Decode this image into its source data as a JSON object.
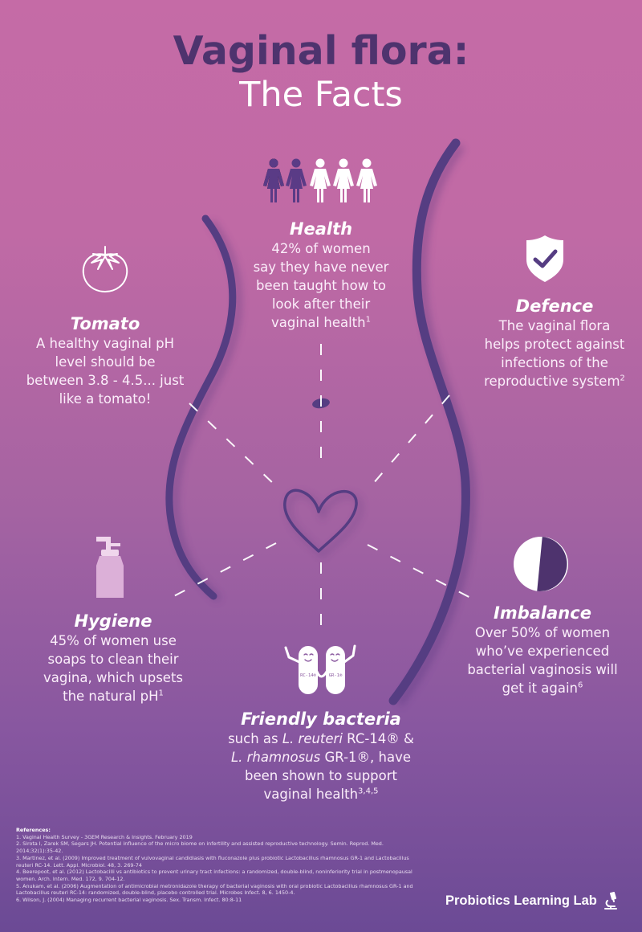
{
  "header": {
    "title": "Vaginal flora:",
    "subtitle": "The Facts"
  },
  "colors": {
    "background_top": "#c56ba6",
    "background_bottom": "#6b4a95",
    "title_dark": "#4e336e",
    "body_outline": "#553d82",
    "accent_white": "#ffffff",
    "soap_bottle": "#dcb0d8"
  },
  "facts": {
    "health": {
      "icon": "women-figures-icon",
      "icon_detail": "2 of 5 figures filled dark",
      "title": "Health",
      "lines": [
        "42% of women",
        "say they have never",
        "been taught how to",
        "look after their",
        "vaginal health"
      ],
      "sup": "1"
    },
    "tomato": {
      "icon": "tomato-icon",
      "title": "Tomato",
      "lines": [
        "A healthy vaginal pH",
        "level should be",
        "between 3.8 - 4.5... just",
        "like a tomato!"
      ]
    },
    "defence": {
      "icon": "shield-check-icon",
      "title": "Defence",
      "lines": [
        "The vaginal flora",
        "helps protect against",
        "infections of the",
        "reproductive system"
      ],
      "sup": "2"
    },
    "hygiene": {
      "icon": "soap-bottle-icon",
      "title": "Hygiene",
      "lines": [
        "45% of women use",
        "soaps to clean their",
        "vagina, which upsets",
        "the natural pH"
      ],
      "sup": "1"
    },
    "imbalance": {
      "icon": "half-pie-icon",
      "title": "Imbalance",
      "lines": [
        "Over 50% of women",
        "who’ve experienced",
        "bacterial vaginosis will",
        "get it again"
      ],
      "sup": "6"
    },
    "bacteria": {
      "icon": "friendly-bacteria-icon",
      "icon_labels": [
        "RC-14®",
        "GR-1®"
      ],
      "title": "Friendly bacteria",
      "line1_pre": "such as ",
      "line1_italic": "L. reuteri",
      "line1_post": " RC-14® &",
      "line2_italic": "L. rhamnosus",
      "line2_post": " GR-1®, have",
      "line3": "been shown to support",
      "line4": "vaginal health",
      "sup": "3,4,5"
    }
  },
  "references": {
    "heading": "References:",
    "items": [
      "1. Vaginal Health Survey - 3GEM Research & Insights. February 2019",
      "2. Sirota I, Zarek SM, Segars JH. Potential influence of the micro biome on infertility and assisted reproductive technology. Semin. Reprod. Med. 2014;32(1):35-42.",
      "3. Martinez, et al. (2009) Improved treatment of vulvovaginal candidiasis with fluconazole plus probiotic Lactobacillus rhamnosus GR-1 and Lactobacillus reuteri RC-14. Lett. Appl. Microbiol. 48, 3. 269-74",
      "4. Beerepoot, et al. (2012) Lactobacilli vs antibiotics to prevent urinary tract infections: a randomized, double-blind, noninferiority trial in postmenopausal women. Arch. Intern. Med. 172, 9. 704-12.",
      "5. Anukam, et al. (2006) Augmentation of antimicrobial metronidazole therapy of bacterial vaginosis with oral probiotic Lactobacillus rhamnosus GR-1 and Lactobacillus reuteri RC-14: randomized, double-blind, placebo controlled trial. Microbes Infect. 8, 6. 1450-4.",
      "6. Wilson, J. (2004) Managing recurrent bacterial vaginosis. Sex. Transm. Infect. 80:8-11"
    ]
  },
  "footer": {
    "brand": "Probiotics Learning Lab",
    "brand_icon": "microscope-icon"
  }
}
